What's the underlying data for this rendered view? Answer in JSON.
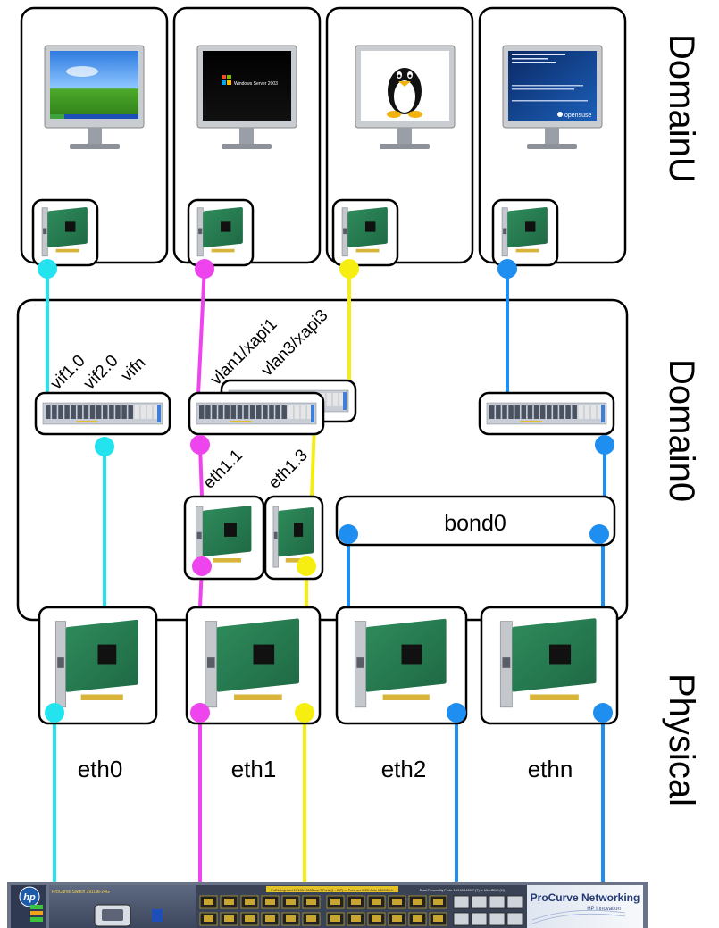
{
  "layers": {
    "domainu": "DomainU",
    "domain0": "Domain0",
    "physical": "Physical"
  },
  "vm_screens": [
    {
      "os": "windows-xp",
      "name": "windows-xp-monitor"
    },
    {
      "os": "windows-server",
      "name": "windows-server-monitor",
      "screen_text": "Windows Server 2003"
    },
    {
      "os": "linux",
      "name": "linux-tux-monitor"
    },
    {
      "os": "opensuse",
      "name": "opensuse-monitor",
      "screen_text": "opensuse"
    }
  ],
  "vif_labels": [
    "vif1.0",
    "vif2.0",
    "vifn"
  ],
  "vlan_labels": [
    "vlan1/xapi1",
    "vlan3/xapi3"
  ],
  "sub_nic_labels": [
    "eth1.1",
    "eth1.3"
  ],
  "bond_label": "bond0",
  "physical_nics": [
    "eth0",
    "eth1",
    "eth2",
    "ethn"
  ],
  "switch": {
    "brand": "ProCurve Networking",
    "tagline": "HP Innovation",
    "logo": "hp",
    "header_text": "PoE-Integrated 10/100/1000Base-T Ports (1 - 24T) — Ports are IEEE Auto MDI/MDI-X",
    "dual_text": "Dual-Personality Ports: 10/100/1000-T (T) or Mini-GBIC (M)",
    "model": "ProCurve Switch 2910al-24G"
  },
  "colors": {
    "cyan": "#22e3ee",
    "magenta": "#ee44ee",
    "yellow": "#f6ee10",
    "blue": "#1e8ef0"
  }
}
